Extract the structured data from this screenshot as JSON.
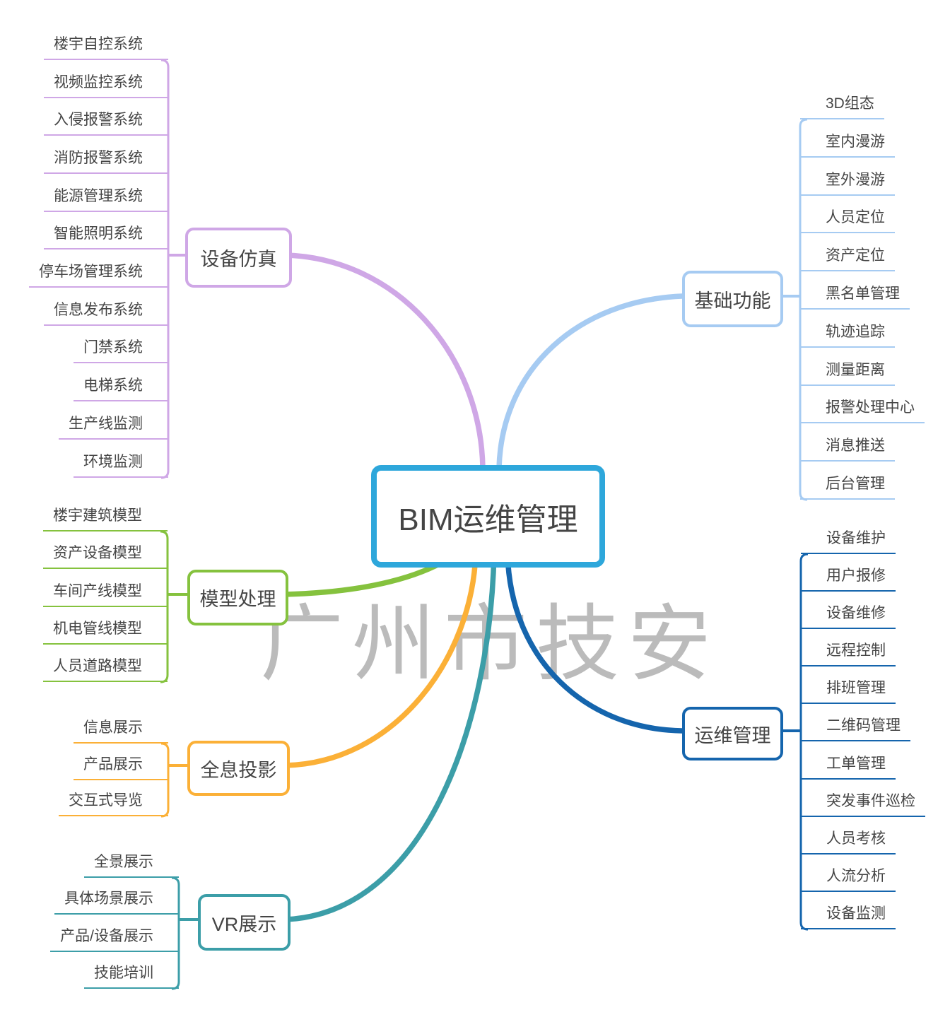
{
  "center": {
    "label": "BIM运维管理",
    "color": "#2EA7DB"
  },
  "watermark": {
    "text": "广州市技安",
    "color": "#B0B0B0"
  },
  "branches": [
    {
      "label": "设备仿真",
      "color": "#CFA7E6",
      "items": [
        "楼宇自控系统",
        "视频监控系统",
        "入侵报警系统",
        "消防报警系统",
        "能源管理系统",
        "智能照明系统",
        "停车场管理系统",
        "信息发布系统",
        "门禁系统",
        "电梯系统",
        "生产线监测",
        "环境监测"
      ]
    },
    {
      "label": "基础功能",
      "color": "#A6CBF2",
      "items": [
        "3D组态",
        "室内漫游",
        "室外漫游",
        "人员定位",
        "资产定位",
        "黑名单管理",
        "轨迹追踪",
        "测量距离",
        "报警处理中心",
        "消息推送",
        "后台管理"
      ]
    },
    {
      "label": "模型处理",
      "color": "#85C23E",
      "items": [
        "楼宇建筑模型",
        "资产设备模型",
        "车间产线模型",
        "机电管线模型",
        "人员道路模型"
      ]
    },
    {
      "label": "全息投影",
      "color": "#FBB037",
      "items": [
        "信息展示",
        "产品展示",
        "交互式导览"
      ]
    },
    {
      "label": "VR展示",
      "color": "#3C9EA8",
      "items": [
        "全景展示",
        "具体场景展示",
        "产品/设备展示",
        "技能培训"
      ]
    },
    {
      "label": "运维管理",
      "color": "#1565AD",
      "items": [
        "设备维护",
        "用户报修",
        "设备维修",
        "远程控制",
        "排班管理",
        "二维码管理",
        "工单管理",
        "突发事件巡检",
        "人员考核",
        "人流分析",
        "设备监测"
      ]
    }
  ]
}
